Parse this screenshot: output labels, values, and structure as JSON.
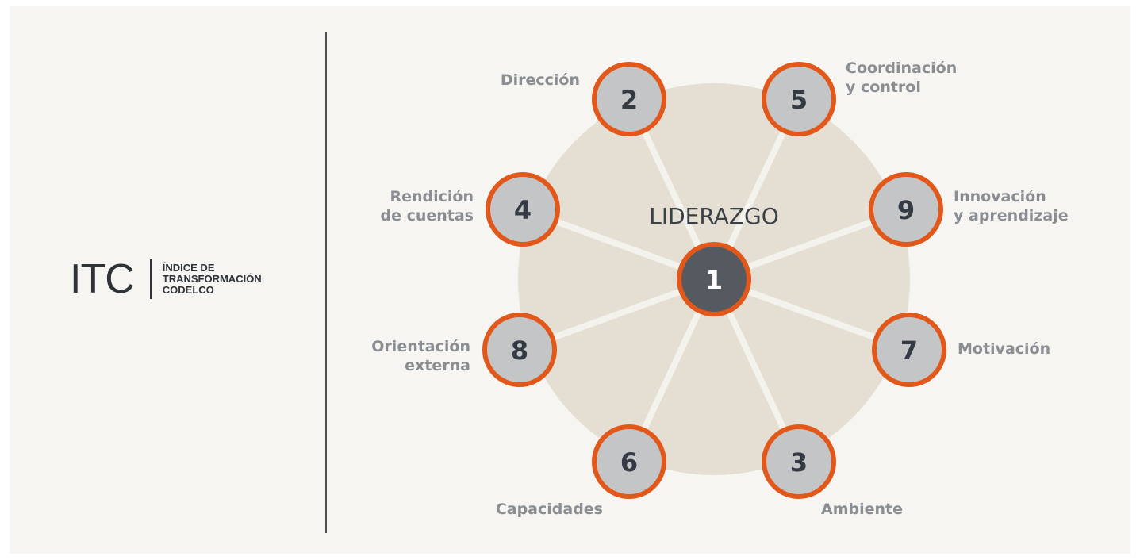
{
  "logo": {
    "mark": "ITC",
    "line1": "ÍNDICE DE",
    "line2": "TRANSFORMACIÓN",
    "line3": "CODELCO"
  },
  "diagram": {
    "title": "LIDERAZGO",
    "center": {
      "number": "1"
    },
    "nodes": [
      {
        "id": "direccion",
        "number": "2",
        "label": [
          "Dirección"
        ]
      },
      {
        "id": "coordinacion",
        "number": "5",
        "label": [
          "Coordinación",
          "y control"
        ]
      },
      {
        "id": "rendicion",
        "number": "4",
        "label": [
          "Rendición",
          "de cuentas"
        ]
      },
      {
        "id": "innovacion",
        "number": "9",
        "label": [
          "Innovación",
          "y aprendizaje"
        ]
      },
      {
        "id": "orientacion",
        "number": "8",
        "label": [
          "Orientación",
          "externa"
        ]
      },
      {
        "id": "motivacion",
        "number": "7",
        "label": [
          "Motivación"
        ]
      },
      {
        "id": "capacidades",
        "number": "6",
        "label": [
          "Capacidades"
        ]
      },
      {
        "id": "ambiente",
        "number": "3",
        "label": [
          "Ambiente"
        ]
      }
    ],
    "colors": {
      "background_disc": "#e4dfd2",
      "spokes": "#f4f2ec",
      "node_fill": "#c3c5c7",
      "node_ring": "#e2581a",
      "center_fill": "#555a61",
      "number_text": "#353b44",
      "label_text": "#8a8d91"
    }
  }
}
